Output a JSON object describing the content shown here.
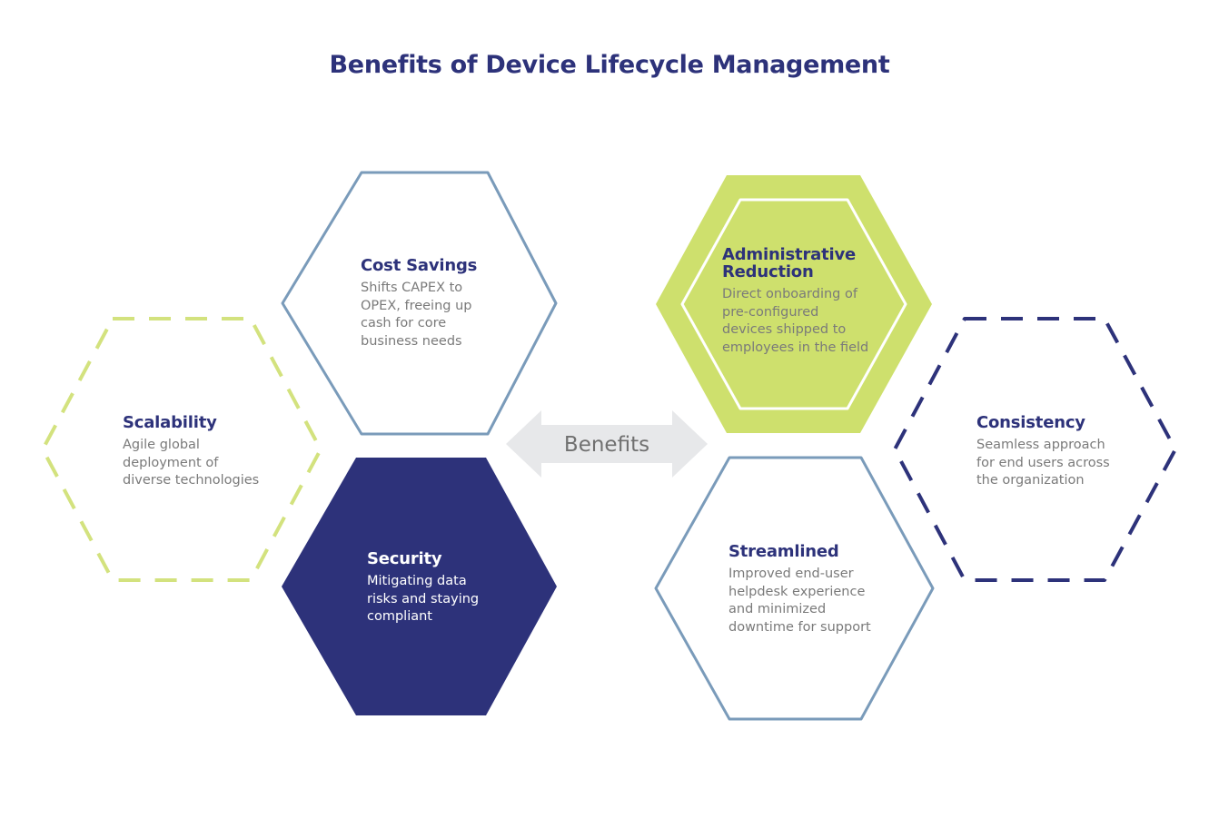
{
  "title": "Benefits of Device Lifecycle Management",
  "center_label": "Benefits",
  "colors": {
    "navy": "#2d327a",
    "lime": "#cee06d",
    "lime_dashed": "#d3e27e",
    "steel": "#7a9bba",
    "arrow": "#e7e8ea",
    "arrow_text": "#707070",
    "body_text": "#7a7a7a",
    "white": "#ffffff"
  },
  "benefits": {
    "cost_savings": {
      "title": "Cost Savings",
      "description": "Shifts CAPEX to\nOPEX, freeing up\ncash for core\nbusiness needs"
    },
    "scalability": {
      "title": "Scalability",
      "description": "Agile global\ndeployment of\ndiverse technologies"
    },
    "security": {
      "title": "Security",
      "description": "Mitigating data\nrisks and staying\ncompliant"
    },
    "administrative_reduction": {
      "title": "Administrative\nReduction",
      "description": "Direct onboarding of\npre-configured\ndevices shipped to\nemployees in the field"
    },
    "consistency": {
      "title": "Consistency",
      "description": "Seamless approach\nfor end users across\nthe organization"
    },
    "streamlined": {
      "title": "Streamlined",
      "description": "Improved end-user\nhelpdesk experience\nand minimized\ndowntime for support"
    }
  }
}
